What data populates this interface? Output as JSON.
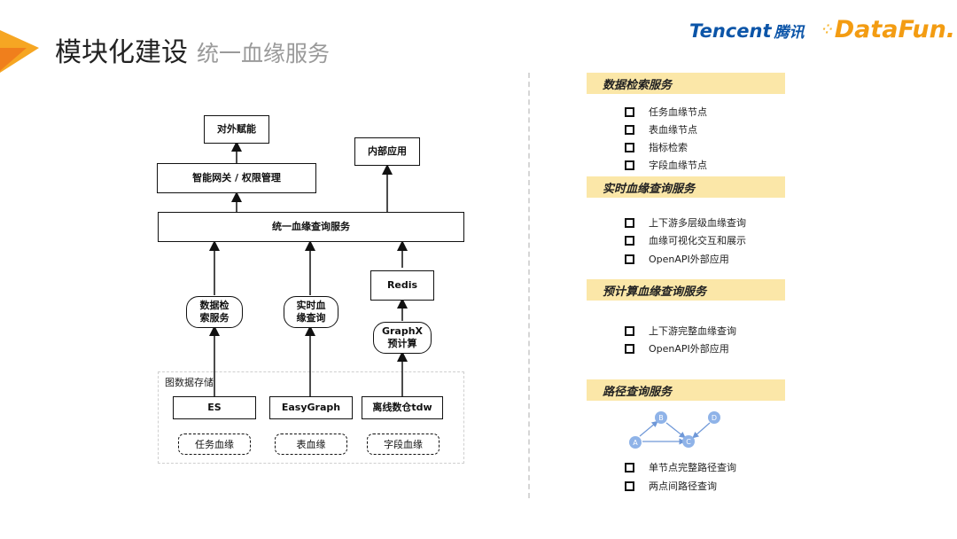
{
  "header": {
    "title": "模块化建设",
    "subtitle": "统一血缘服务",
    "logo_tencent": "Tencent",
    "logo_tencent_cn": "腾讯",
    "logo_datafun": "DataFun."
  },
  "diagram": {
    "external_empower": "对外赋能",
    "internal_apps": "内部应用",
    "gateway": "智能网关 / 权限管理",
    "unified_query": "统一血缘查询服务",
    "redis": "Redis",
    "data_search_service": "数据检\n索服务",
    "realtime_query": "实时血\n缘查询",
    "graphx_precompute": "GraphX\n预计算",
    "storage_label": "图数据存储",
    "store_es": "ES",
    "store_easygraph": "EasyGraph",
    "store_tdw": "离线数仓tdw",
    "lineage_task": "任务血缘",
    "lineage_table": "表血缘",
    "lineage_field": "字段血缘"
  },
  "sections": [
    {
      "title": "数据检索服务",
      "items": [
        "任务血缘节点",
        "表血缘节点",
        "指标检索",
        "字段血缘节点"
      ]
    },
    {
      "title": "实时血缘查询服务",
      "items": [
        "上下游多层级血缘查询",
        "血缘可视化交互和展示",
        "OpenAPI外部应用"
      ]
    },
    {
      "title": "预计算血缘查询服务",
      "items": [
        "上下游完整血缘查询",
        "OpenAPI外部应用"
      ]
    },
    {
      "title": "路径查询服务",
      "items": [
        "单节点完整路径查询",
        "两点间路径查询"
      ]
    }
  ],
  "path_graph": {
    "nodes": [
      "A",
      "B",
      "C",
      "D"
    ],
    "node_color": "#8fb3e8"
  },
  "colors": {
    "accent": "#f6a623",
    "section_bg": "#fbe7a8",
    "brand_tencent": "#0c55a8",
    "brand_datafun": "#f39c12"
  }
}
